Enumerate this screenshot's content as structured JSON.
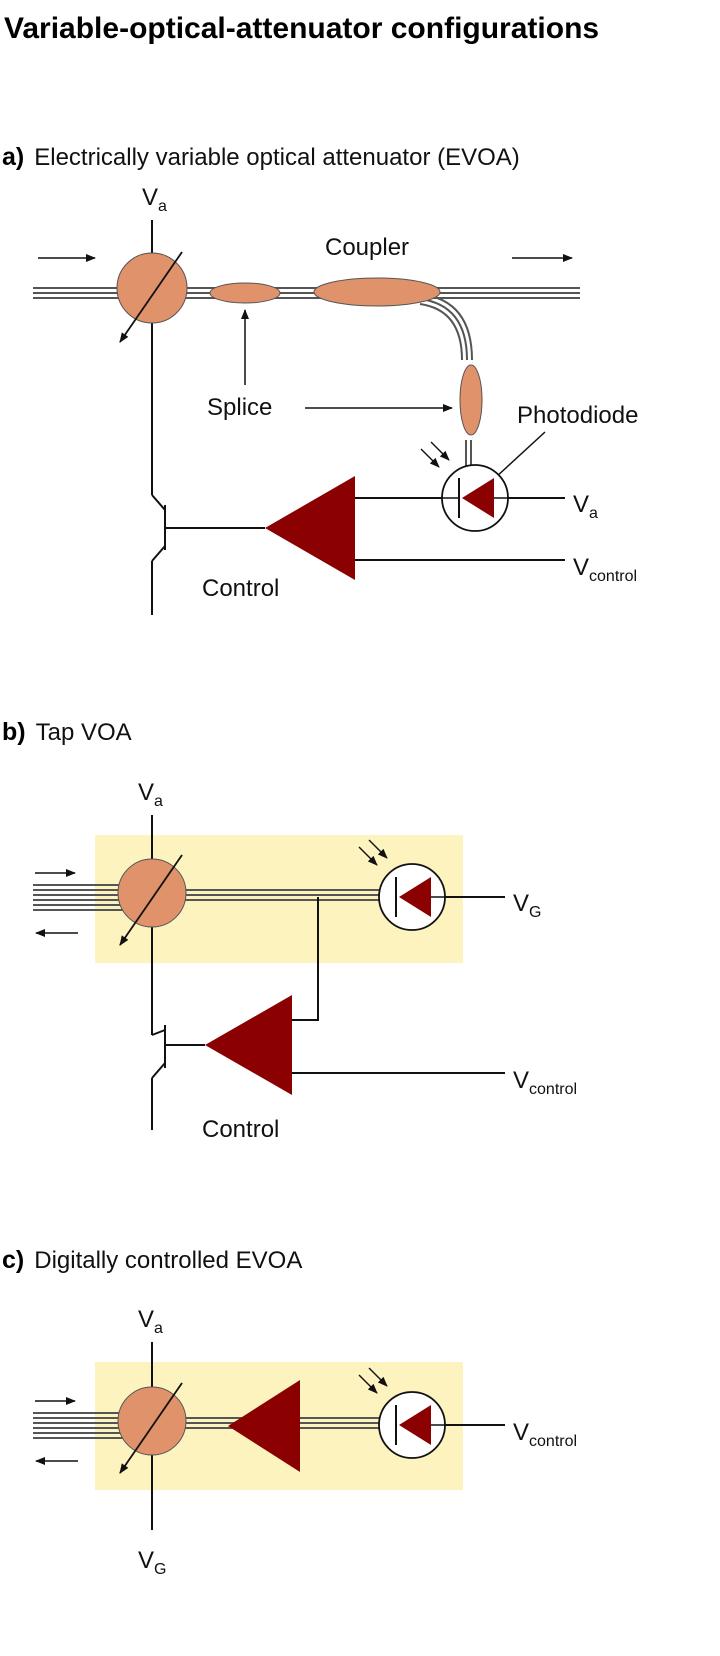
{
  "title": "Variable-optical-attenuator configurations",
  "colors": {
    "component_fill": "#e0926b",
    "amplifier_fill": "#8b0000",
    "module_background": "#fdf3bf",
    "line": "#111111"
  },
  "sections": {
    "a": {
      "letter": "a)",
      "heading": "Electrically variable optical attenuator (EVOA)",
      "labels": {
        "va_top": "V",
        "va_top_sub": "a",
        "coupler": "Coupler",
        "splice": "Splice",
        "photodiode": "Photodiode",
        "va_right": "V",
        "va_right_sub": "a",
        "vcontrol": "V",
        "vcontrol_sub": "control",
        "control": "Control"
      }
    },
    "b": {
      "letter": "b)",
      "heading": "Tap VOA",
      "labels": {
        "va_top": "V",
        "va_top_sub": "a",
        "vg": "V",
        "vg_sub": "G",
        "vcontrol": "V",
        "vcontrol_sub": "control",
        "control": "Control"
      }
    },
    "c": {
      "letter": "c)",
      "heading": "Digitally controlled EVOA",
      "labels": {
        "va_top": "V",
        "va_top_sub": "a",
        "vg_bottom": "V",
        "vg_bottom_sub": "G",
        "vcontrol": "V",
        "vcontrol_sub": "control"
      }
    }
  }
}
